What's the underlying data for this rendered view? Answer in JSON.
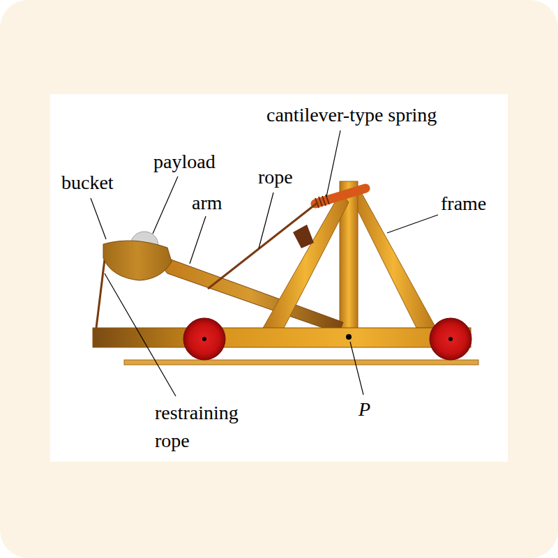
{
  "diagram": {
    "labels": [
      "bucket",
      "payload",
      "arm",
      "rope",
      "cantilever-type spring",
      "frame",
      "restraining rope",
      "P"
    ]
  }
}
